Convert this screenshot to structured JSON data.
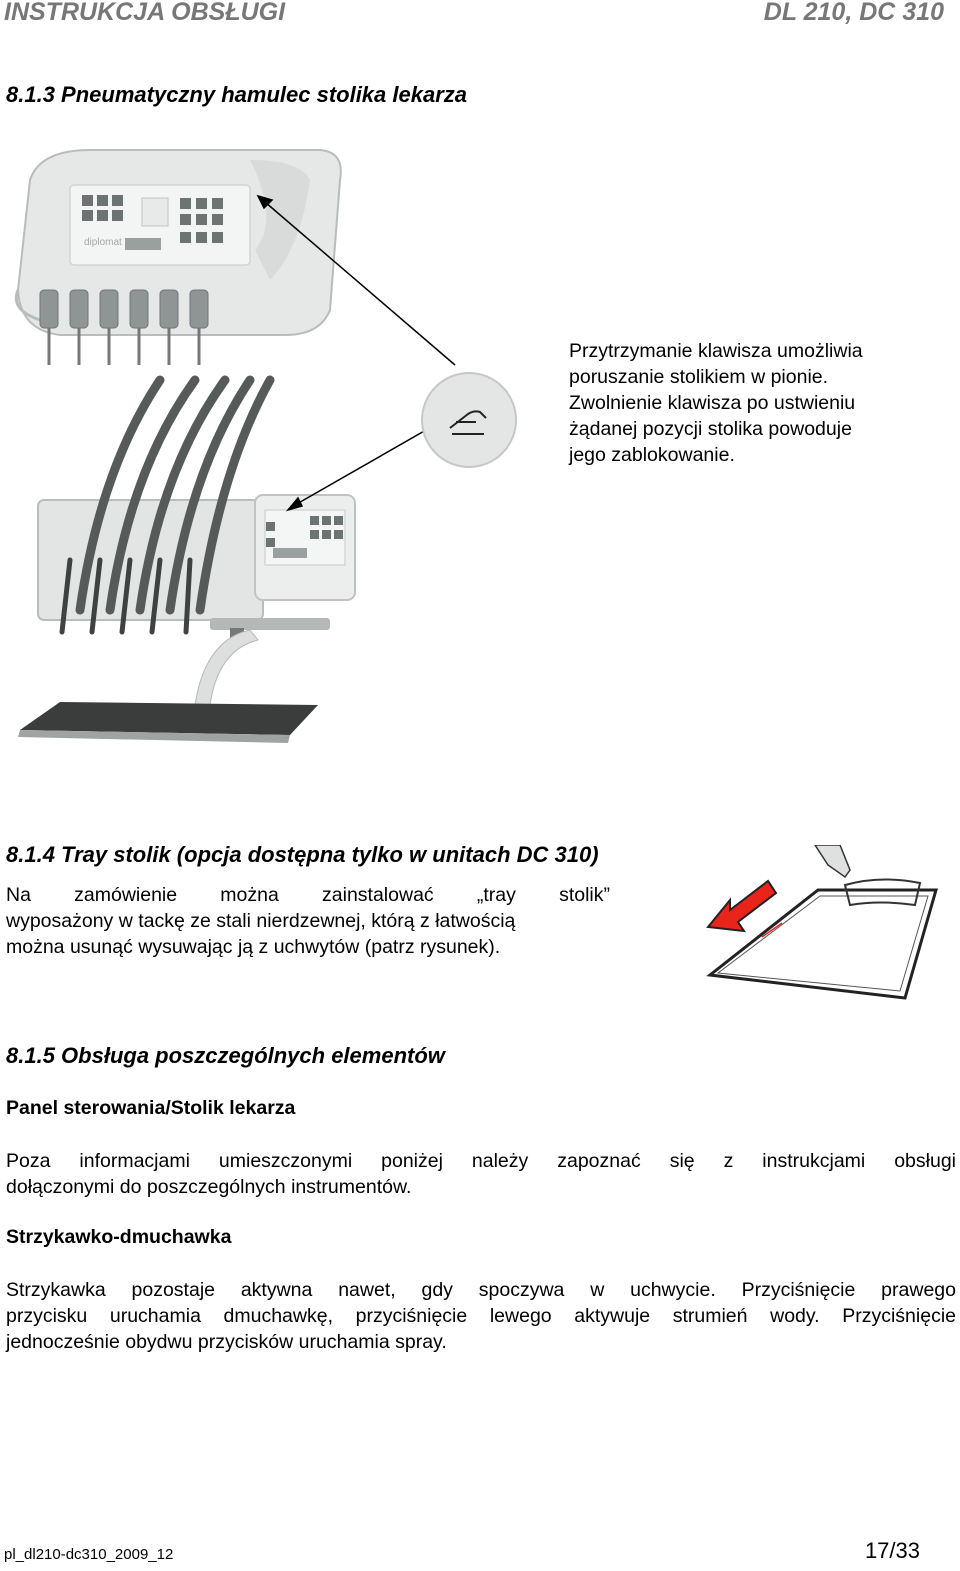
{
  "header": {
    "title": "INSTRUKCJA OBSŁUGI",
    "model": "DL 210, DC 310"
  },
  "section_8_1_3": {
    "heading": "8.1.3 Pneumatyczny hamulec stolika lekarza",
    "callout_lines": [
      "Przytrzymanie klawisza umożliwia",
      "poruszanie stolikiem w pionie.",
      "Zwolnienie klawisza po ustwieniu",
      "żądanej pozycji stolika powoduje",
      "jego zablokowanie."
    ],
    "panel_brand": "diplomat",
    "icons": {
      "button": "hand-icon",
      "tray_arrow": "red-arrow-icon"
    },
    "colors": {
      "arrow": "#e8241b",
      "header_text": "#777777"
    }
  },
  "section_8_1_4": {
    "heading": "8.1.4 Tray stolik (opcja dostępna tylko w unitach DC 310)",
    "lines": [
      "Na zamówienie można zainstalować „tray stolik”",
      "wyposażony w tackę ze stali nierdzewnej, którą z łatwością",
      "można usunąć wysuwając ją z uchwytów (patrz rysunek)."
    ]
  },
  "section_8_1_5": {
    "heading": "8.1.5 Obsługa poszczególnych elementów",
    "sub1": "Panel sterowania/Stolik lekarza",
    "para1_lines": [
      "Poza informacjami umieszczonymi poniżej należy zapoznać się z instrukcjami obsługi",
      "dołączonymi do poszczególnych instrumentów."
    ],
    "sub2": "Strzykawko-dmuchawka",
    "para2_lines": [
      "Strzykawka pozostaje aktywna nawet, gdy spoczywa w uchwycie. Przyciśnięcie prawego",
      "przycisku uruchamia dmuchawkę, przyciśnięcie lewego aktywuje strumień wody. Przyciśnięcie",
      "jednocześnie obydwu przycisków uruchamia spray."
    ]
  },
  "footer": {
    "doc_id": "pl_dl210-dc310_2009_12",
    "page": "17/33"
  }
}
